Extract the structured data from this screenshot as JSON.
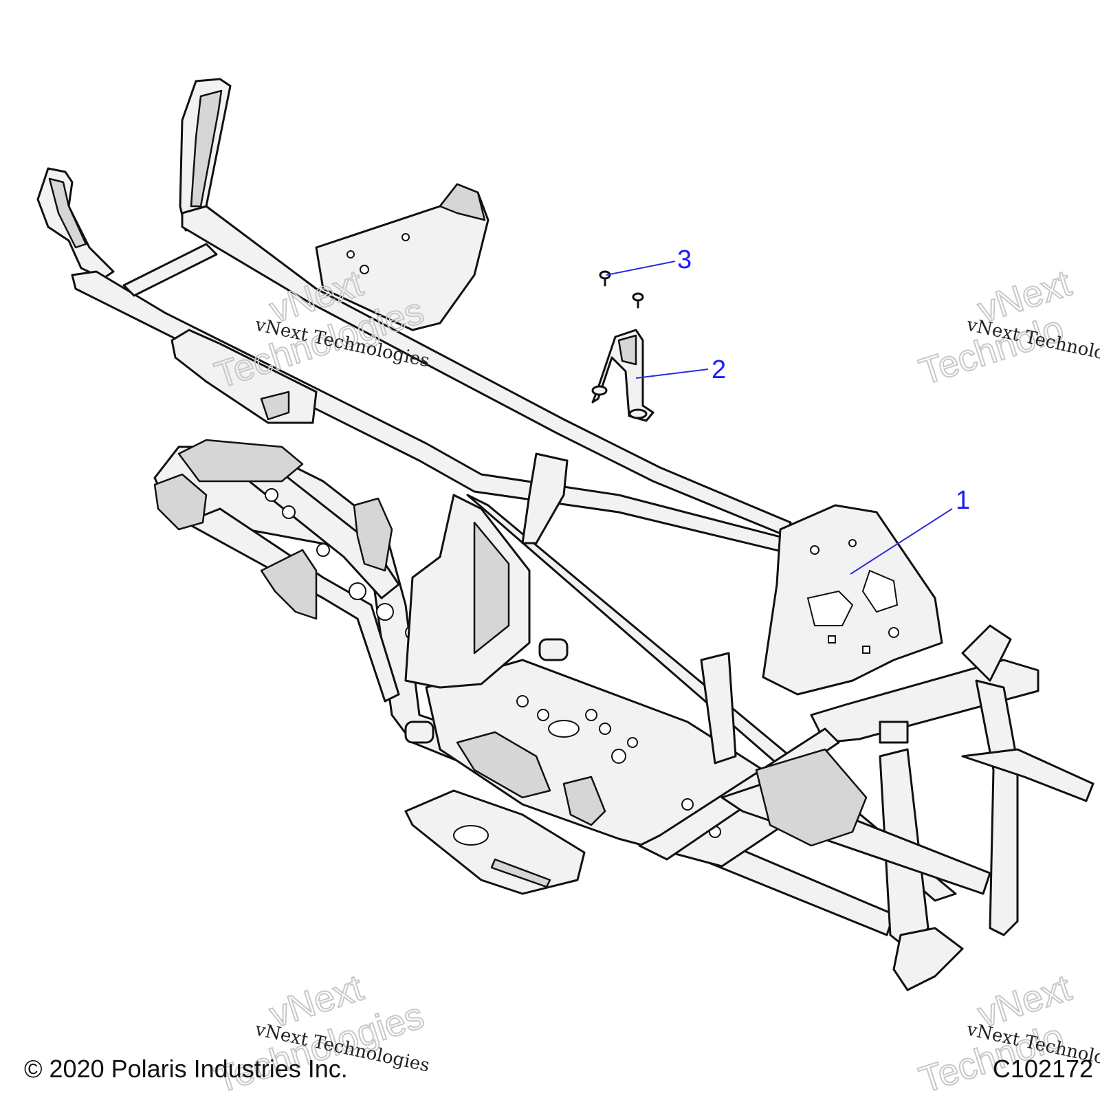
{
  "diagram": {
    "callouts": [
      {
        "number": "1"
      },
      {
        "number": "2"
      },
      {
        "number": "3"
      }
    ],
    "watermark": {
      "line_serif": "vNext Technologies",
      "line_outline_1": "vNext",
      "line_outline_2": "Technologies"
    },
    "watermark_right": {
      "line_serif": "vNext Technolo",
      "line_outline_1": "vNext",
      "line_outline_2": "Technolo"
    },
    "copyright": "© 2020 Polaris Industries Inc.",
    "figure_id": "C102172",
    "colors": {
      "callout": "#1a1aff",
      "line": "#111111",
      "shade": "#d6d6d6"
    }
  }
}
